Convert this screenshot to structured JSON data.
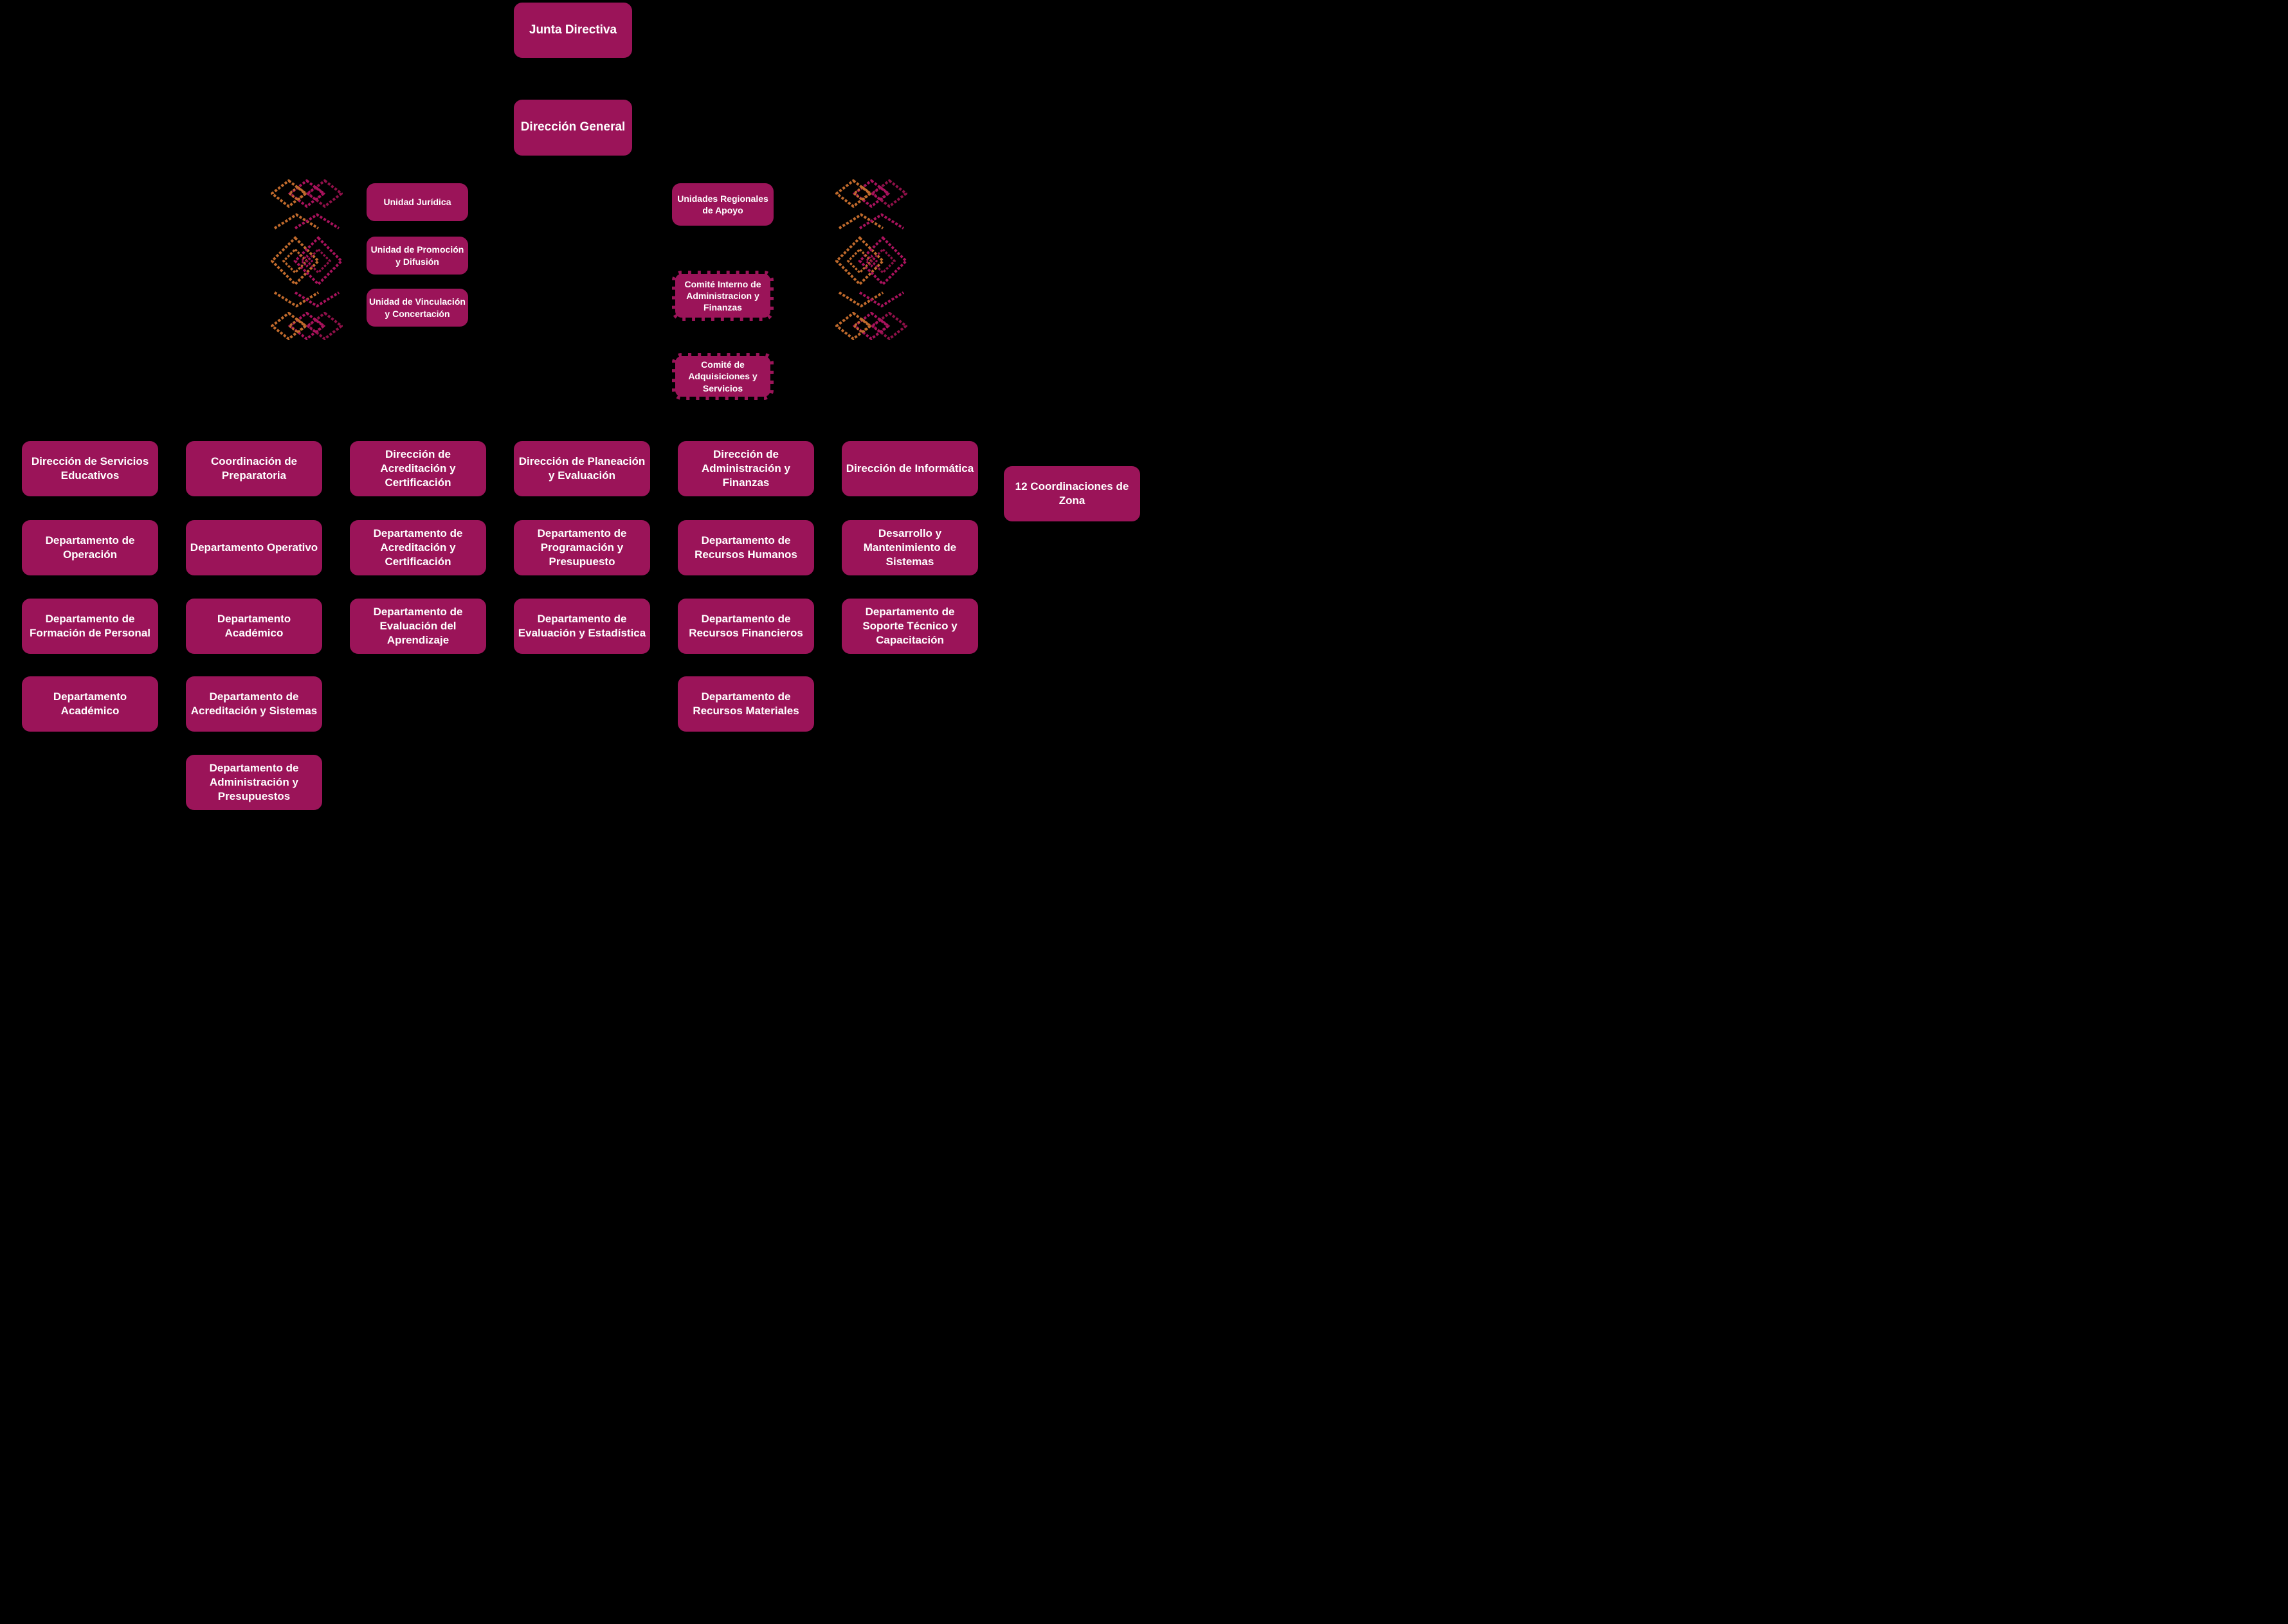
{
  "palette": {
    "background": "#000000",
    "box_fill": "#9B1459",
    "box_text": "#FFFFFF",
    "ornament_orange": "#C06A2C",
    "ornament_magenta": "#A8125C",
    "ornament_deep": "#8E1048"
  },
  "org": {
    "top": [
      "Junta Directiva",
      "Dirección General"
    ],
    "staff_left": [
      "Unidad Jurídica",
      "Unidad de Promoción y Difusión",
      "Unidad de Vinculación y Concertación"
    ],
    "staff_right": [
      {
        "label": "Unidades Regionales de Apoyo",
        "dashed": false
      },
      {
        "label": "Comité Interno de Administracion y Finanzas",
        "dashed": true
      },
      {
        "label": "Comité de Adquisiciones y Servicios",
        "dashed": true
      }
    ],
    "columns": [
      {
        "title": "Dirección de Servicios Educativos",
        "children": [
          "Departamento de Operación",
          "Departamento de Formación de Personal",
          "Departamento Académico"
        ]
      },
      {
        "title": "Coordinación de Preparatoria",
        "children": [
          "Departamento Operativo",
          "Departamento Académico",
          "Departamento de Acreditación y Sistemas",
          "Departamento de Administración y Presupuestos"
        ]
      },
      {
        "title": "Dirección de Acreditación y Certificación",
        "children": [
          "Departamento de Acreditación y Certificación",
          "Departamento de Evaluación del Aprendizaje"
        ]
      },
      {
        "title": "Dirección de Planeación y Evaluación",
        "children": [
          "Departamento de Programación y Presupuesto",
          "Departamento de Evaluación y Estadística"
        ]
      },
      {
        "title": "Dirección de Administración y Finanzas",
        "children": [
          "Departamento de Recursos Humanos",
          "Departamento de Recursos Financieros",
          "Departamento de Recursos Materiales"
        ]
      },
      {
        "title": "Dirección de Informática",
        "children": [
          "Desarrollo y Mantenimiento de Sistemas",
          "Departamento de Soporte Técnico y Capacitación"
        ]
      },
      {
        "title": "12 Coordinaciones de Zona",
        "children": []
      }
    ]
  }
}
